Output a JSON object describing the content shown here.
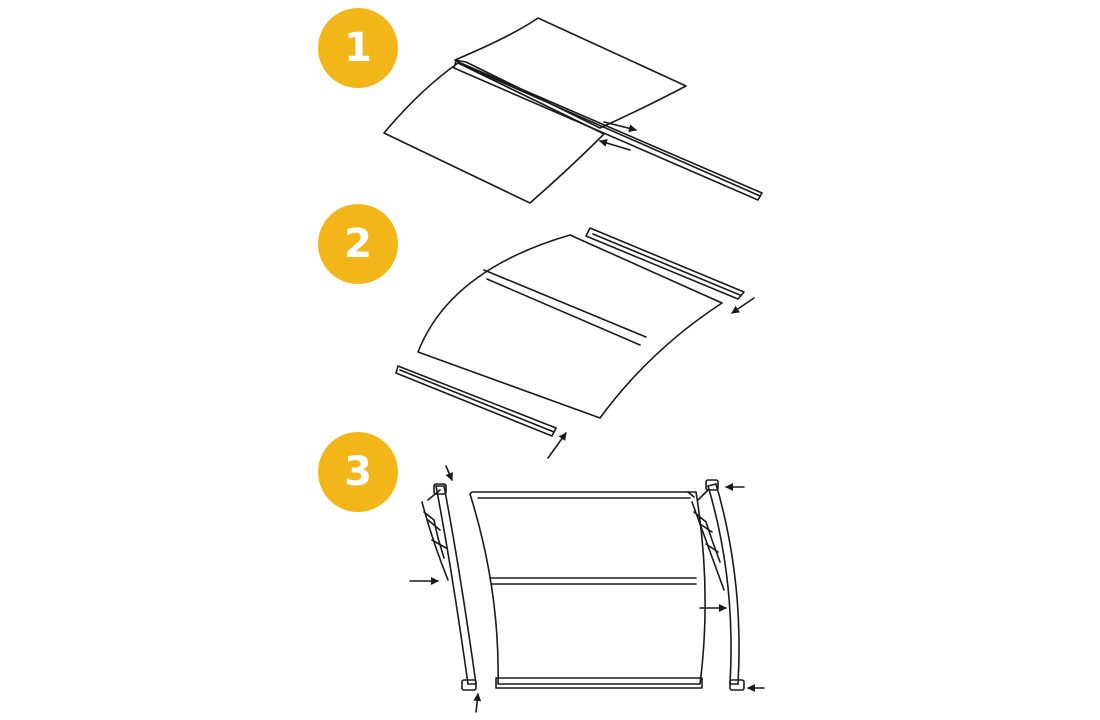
{
  "accent_color": "#F2B619",
  "line_color": "#1a1a1a",
  "steps": [
    {
      "number": "1",
      "illustration": "insert-center-connector-strip"
    },
    {
      "number": "2",
      "illustration": "attach-edge-end-caps"
    },
    {
      "number": "3",
      "illustration": "mount-side-brackets-to-panel"
    }
  ]
}
